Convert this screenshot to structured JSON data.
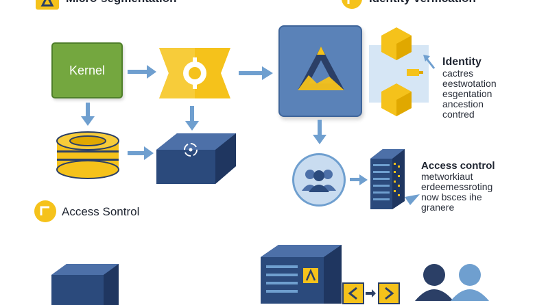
{
  "header": {
    "left_title": "Micro-segmentation",
    "right_title": "Identity verification"
  },
  "nodes": {
    "kernel_label": "Kernel",
    "access_sontrol_label": "Access Sontrol"
  },
  "identity_panel": {
    "heading": "Identity",
    "lines": [
      "cactres",
      "eestwotation",
      "esgentation",
      "ancestion",
      "contred"
    ]
  },
  "access_panel": {
    "heading": "Access control",
    "lines": [
      "metworkiaut",
      "erdeemessroting",
      "now bsces ihe",
      "granere"
    ]
  },
  "colors": {
    "yellow": "#f5c21b",
    "navy": "#2b3f66",
    "steel_blue": "#4d70a8",
    "green": "#74a73f",
    "arrow": "#6f9fcf"
  }
}
